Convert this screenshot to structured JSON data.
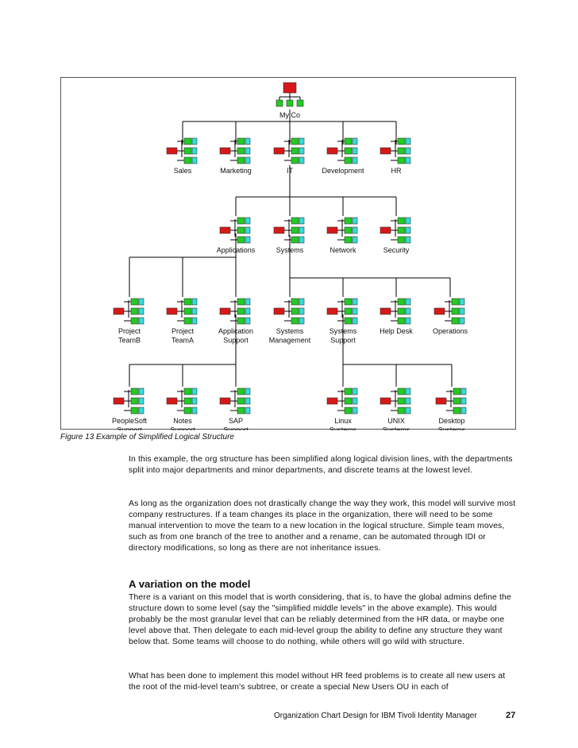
{
  "figure": {
    "nodes": [
      {
        "id": "myco",
        "lines": [
          "My Co"
        ],
        "type": "root"
      },
      {
        "id": "sales",
        "lines": [
          "Sales"
        ]
      },
      {
        "id": "marketing",
        "lines": [
          "Marketing"
        ]
      },
      {
        "id": "it",
        "lines": [
          "IT"
        ]
      },
      {
        "id": "development",
        "lines": [
          "Development"
        ]
      },
      {
        "id": "hr",
        "lines": [
          "HR"
        ]
      },
      {
        "id": "applications",
        "lines": [
          "Applications"
        ]
      },
      {
        "id": "systems",
        "lines": [
          "Systems"
        ]
      },
      {
        "id": "network",
        "lines": [
          "Network"
        ]
      },
      {
        "id": "security",
        "lines": [
          "Security"
        ]
      },
      {
        "id": "project-teamb",
        "lines": [
          "Project",
          "TeamB"
        ]
      },
      {
        "id": "project-teama",
        "lines": [
          "Project",
          "TeamA"
        ]
      },
      {
        "id": "application-support",
        "lines": [
          "Application",
          "Support"
        ]
      },
      {
        "id": "systems-management",
        "lines": [
          "Systems",
          "Management"
        ]
      },
      {
        "id": "systems-support",
        "lines": [
          "Systems",
          "Support"
        ]
      },
      {
        "id": "help-desk",
        "lines": [
          "Help Desk"
        ]
      },
      {
        "id": "operations",
        "lines": [
          "Operations"
        ]
      },
      {
        "id": "peoplesoft-support",
        "lines": [
          "PeopleSoft",
          "Support"
        ]
      },
      {
        "id": "notes-support",
        "lines": [
          "Notes",
          "Support"
        ]
      },
      {
        "id": "sap-support",
        "lines": [
          "SAP",
          "Support"
        ]
      },
      {
        "id": "linux-systems",
        "lines": [
          "Linux",
          "Systems"
        ]
      },
      {
        "id": "unix-systems",
        "lines": [
          "UNIX",
          "Systems"
        ]
      },
      {
        "id": "desktop-systems",
        "lines": [
          "Desktop",
          "Systems"
        ]
      }
    ],
    "edges": [
      [
        "myco",
        "sales"
      ],
      [
        "myco",
        "marketing"
      ],
      [
        "myco",
        "it"
      ],
      [
        "myco",
        "development"
      ],
      [
        "myco",
        "hr"
      ],
      [
        "it",
        "applications"
      ],
      [
        "it",
        "systems"
      ],
      [
        "it",
        "network"
      ],
      [
        "it",
        "security"
      ],
      [
        "applications",
        "project-teamb"
      ],
      [
        "applications",
        "project-teama"
      ],
      [
        "applications",
        "application-support"
      ],
      [
        "systems",
        "systems-management"
      ],
      [
        "systems",
        "systems-support"
      ],
      [
        "systems",
        "help-desk"
      ],
      [
        "systems",
        "operations"
      ],
      [
        "application-support",
        "peoplesoft-support"
      ],
      [
        "application-support",
        "notes-support"
      ],
      [
        "application-support",
        "sap-support"
      ],
      [
        "systems-support",
        "linux-systems"
      ],
      [
        "systems-support",
        "unix-systems"
      ],
      [
        "systems-support",
        "desktop-systems"
      ]
    ],
    "colors": {
      "red": "#d81818",
      "green": "#22cc22",
      "cyan": "#33dddd",
      "line": "#000000"
    },
    "caption": "Figure 13   Example of Simplified Logical Structure"
  },
  "body": {
    "para1": "In this example, the org structure has been simplified along logical division lines, with the departments split into major departments and minor departments, and discrete teams at the lowest level.",
    "para2": "As long as the organization does not drastically change the way they work, this model will survive most company restructures. If a team changes its place in the organization, there will need to be some manual intervention to move the team to a new location in the logical structure. Simple team moves, such as from one branch of the tree to another and a rename, can be automated through IDI or directory modifications, so long as there are not inheritance issues.",
    "heading": "A variation on the model",
    "para3": "There is a variant on this model that is worth considering, that is, to have the global admins define the structure down to some level (say the \"simplified middle levels\" in the above example). This would probably be the most granular level that can be reliably determined from the HR data, or maybe one level above that. Then delegate to each mid-level group the ability to define any structure they want below that. Some teams will choose to do nothing, while others will go wild with structure.",
    "para4": "What has been done to implement this model without HR feed problems is to create all new users at the root of the mid-level team's subtree, or create a special New Users OU in each of"
  },
  "footer": {
    "text": "Organization Chart Design for IBM Tivoli Identity Manager",
    "page": "27"
  }
}
